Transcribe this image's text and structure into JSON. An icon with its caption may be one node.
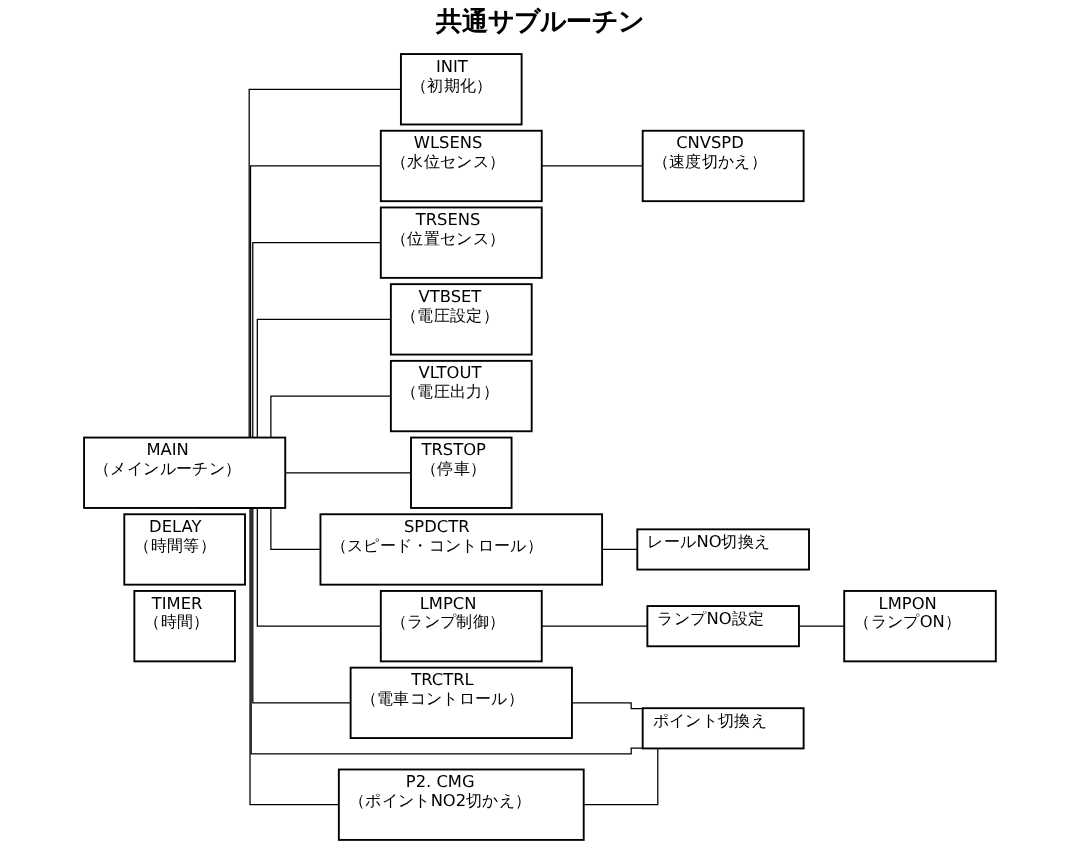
{
  "diagram": {
    "nodes": [
      {
        "text": [
          "MAIN",
          "（メインルーチン）"
        ]
      },
      {
        "text": [
          "INIT",
          "（初期化）"
        ]
      },
      {
        "text": [
          "WLSENS",
          "（水位センス）"
        ]
      },
      {
        "text": [
          "TRSENS",
          "（位置センス）"
        ]
      },
      {
        "text": [
          "VTBSET",
          "（電圧設定）"
        ]
      },
      {
        "text": [
          "VLTOUT",
          "（電圧出力）"
        ]
      },
      {
        "text": [
          "TRSTOP",
          "（停車）"
        ]
      },
      {
        "text": [
          "CNVSPD",
          "（速度切かえ）"
        ]
      },
      {
        "text": [
          "TRCTRL",
          "（電車コントロール）"
        ]
      },
      {
        "text": [
          "SPDCTR",
          "（スピード・コントロール）"
        ]
      },
      {
        "text": [
          "P2. CMG",
          "（ポイントNO2切かえ）"
        ]
      },
      {
        "text": [
          "LMPCN",
          "（ランプ制御）"
        ]
      },
      {
        "text": [
          "DELAY",
          "（時間等）"
        ]
      },
      {
        "text": [
          "TIMER",
          "（時間）"
        ]
      },
      {
        "text": [
          "レールNO切換え"
        ]
      },
      {
        "text": [
          "ランプNO設定"
        ]
      },
      {
        "text": [
          "ポイント切換え"
        ]
      },
      {
        "text": [
          "LMPON",
          "（ランプON）"
        ]
      }
    ],
    "edges": [
      {
        "from": 0,
        "to": 1,
        "arrow": "none"
      },
      {
        "from": 0,
        "to": 2,
        "arrow": "none"
      },
      {
        "from": 0,
        "to": 3,
        "arrow": "none"
      },
      {
        "from": 0,
        "to": 4,
        "arrow": "none"
      },
      {
        "from": 0,
        "to": 5,
        "arrow": "none"
      },
      {
        "from": 0,
        "to": 6,
        "arrow": "none"
      },
      {
        "from": 2,
        "to": 7,
        "arrow": "none"
      },
      {
        "from": 0,
        "to": 8,
        "arrow": "none"
      },
      {
        "from": 0,
        "to": 9,
        "arrow": "none"
      },
      {
        "from": 0,
        "to": 10,
        "arrow": "none"
      },
      {
        "from": 0,
        "to": 11,
        "arrow": "none"
      },
      {
        "from": 9,
        "to": 14,
        "arrow": "none"
      },
      {
        "from": 11,
        "to": 15,
        "arrow": "none"
      },
      {
        "from": 15,
        "to": 17,
        "arrow": "none"
      },
      {
        "from": 8,
        "to": 16,
        "arrow": "none"
      },
      {
        "from": 0,
        "to": 16,
        "arrow": "none"
      },
      {
        "from": 10,
        "to": 16,
        "arrow": "none"
      }
    ],
    "labels": [
      "共通サブルーチン"
    ]
  }
}
